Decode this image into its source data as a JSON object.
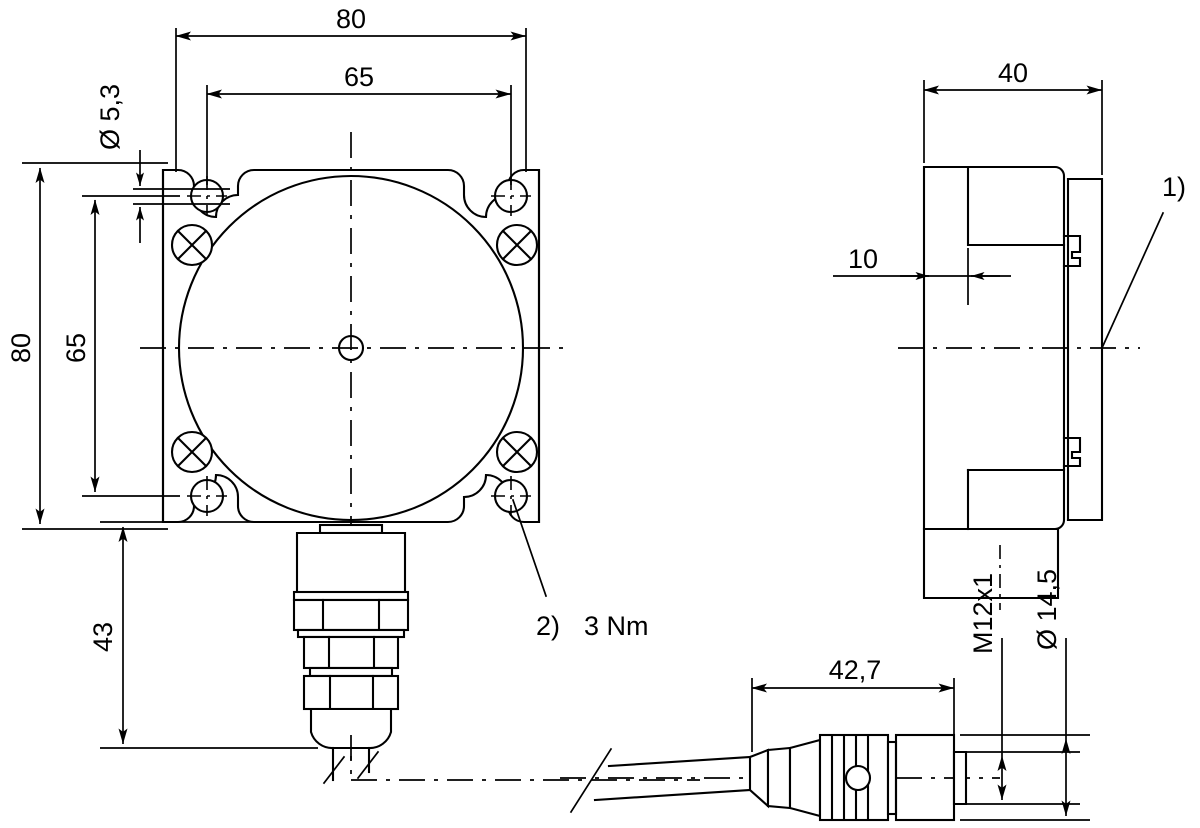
{
  "drawing": {
    "title": "Sensor housing dimensional drawing",
    "units": "mm",
    "line_color": "#000000",
    "background_color": "#ffffff"
  },
  "front_view": {
    "name": "front-view",
    "dimensions": {
      "width_overall": "80",
      "height_overall": "80",
      "hole_pitch_horizontal": "65",
      "hole_pitch_vertical": "65",
      "mounting_hole_diameter": "Ø 5,3",
      "cable_gland_height": "43"
    },
    "features": {
      "mounting_holes": 4,
      "screw_marks": 4,
      "center_bore": 1
    }
  },
  "side_view": {
    "name": "side-view",
    "dimensions": {
      "depth_overall": "40",
      "flange_offset": "10"
    },
    "callout": "1)"
  },
  "connector_view": {
    "name": "m12-connector-view",
    "dimensions": {
      "length": "42,7",
      "thread": "M12x1",
      "knurl_diameter": "Ø 14,5"
    }
  },
  "notes": [
    {
      "id": "note-1",
      "label": "1)",
      "text": ""
    },
    {
      "id": "note-2",
      "label": "2)",
      "text": "3 Nm"
    }
  ],
  "labels": {
    "dim_80_top": "80",
    "dim_65_top": "65",
    "dim_80_left": "80",
    "dim_65_left": "65",
    "dim_53": "Ø 5,3",
    "dim_43": "43",
    "dim_40": "40",
    "dim_10": "10",
    "dim_427": "42,7",
    "dim_m12x1": "M12x1",
    "dim_145": "Ø 14,5",
    "note_1": "1)",
    "note_2_num": "2)",
    "note_2_val": "3 Nm"
  }
}
